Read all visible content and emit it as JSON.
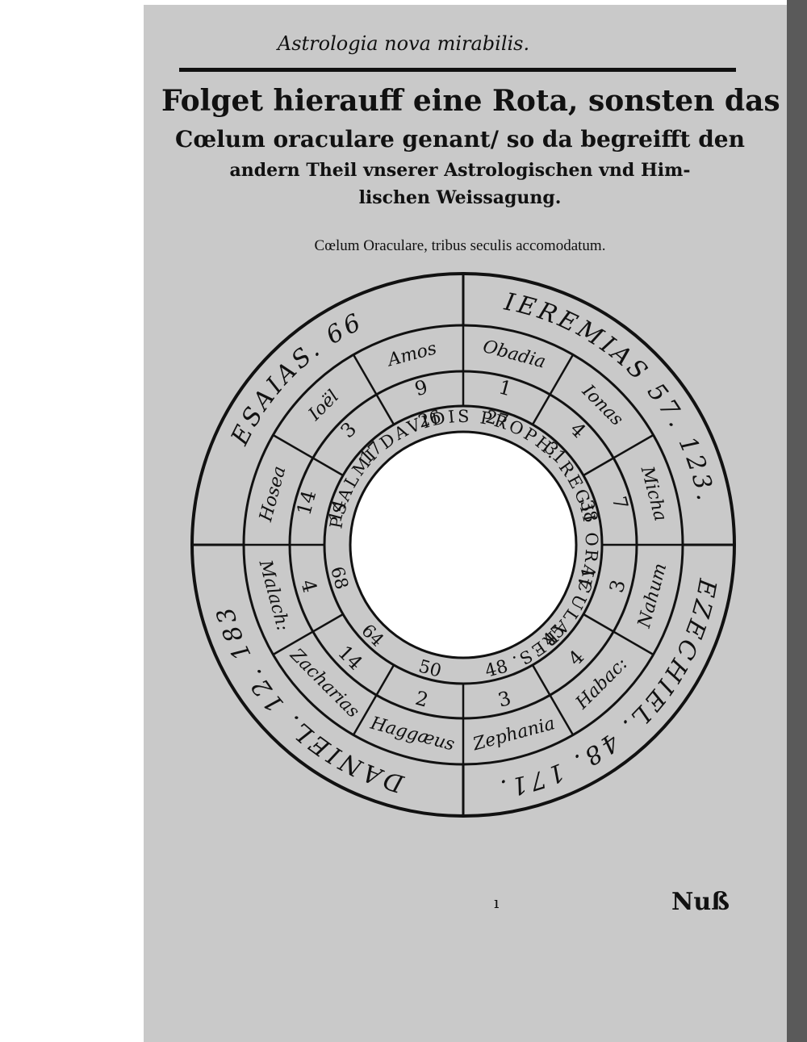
{
  "running_head": "Astrologia nova mirabilis.",
  "title": {
    "line1": "Folget hierauff eine Rota, sonsten das",
    "line2": "Cœlum oraculare genant/ so da begreifft den",
    "line3": "andern Theil vnserer Astrologischen vnd Him-",
    "line4": "lischen Weissagung."
  },
  "subtitle": "Cœlum Oraculare, tribus seculis accomodatum.",
  "wheel": {
    "outer_ring": [
      {
        "text": "IEREMIAS 57. 123."
      },
      {
        "text": "EZECHIEL. 48. 171."
      },
      {
        "text": "DANIEL. 12. 183"
      },
      {
        "text": "ESAIAS. 66"
      }
    ],
    "prophets": [
      {
        "text": "Obadia"
      },
      {
        "text": "Ionas"
      },
      {
        "text": "Micha"
      },
      {
        "text": "Nahum"
      },
      {
        "text": "Habac:"
      },
      {
        "text": "Zephania"
      },
      {
        "text": "Haggæus"
      },
      {
        "text": "Zacharias"
      },
      {
        "text": "Malach:"
      },
      {
        "text": "Hosea"
      },
      {
        "text": "Ioël"
      },
      {
        "text": "Amos"
      }
    ],
    "chapters": [
      "1",
      "4",
      "7",
      "3",
      "4",
      "3",
      "2",
      "14",
      "4",
      "14",
      "3",
      "9"
    ],
    "psalms": [
      "27",
      "31",
      "38",
      "41",
      "45",
      "48",
      "50",
      "64",
      "68",
      "14",
      "17",
      "26"
    ],
    "inner_ring": "PSALMI DAVIDIS PROPH. REGII ORACULARES."
  },
  "footer_mark": "ı",
  "catchword": "Nuß"
}
